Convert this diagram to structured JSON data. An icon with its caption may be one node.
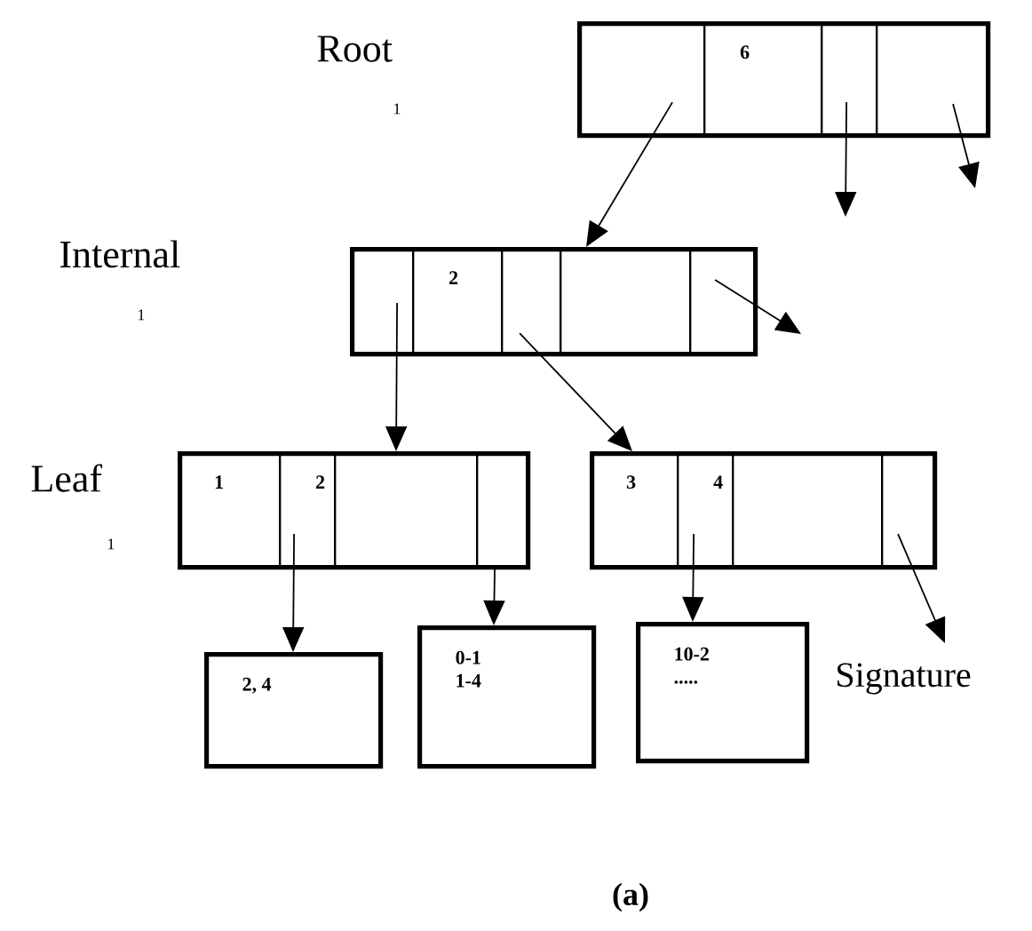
{
  "diagram": {
    "caption": "(a)",
    "nodes": [
      {
        "text": [],
        "shape": "box"
      },
      {
        "text": [],
        "shape": "box",
        "in": 0
      },
      {
        "text": [
          "6"
        ],
        "in": 0
      },
      {
        "text": [],
        "shape": "box",
        "in": 0
      },
      {
        "text": [],
        "shape": "box",
        "in": 0
      },
      {
        "text": [],
        "shape": "box"
      },
      {
        "text": [],
        "shape": "box",
        "in": 5
      },
      {
        "text": [
          "2"
        ],
        "in": 5
      },
      {
        "text": [],
        "shape": "box",
        "in": 5
      },
      {
        "text": [],
        "shape": "box",
        "in": 5
      },
      {
        "text": [],
        "shape": "box",
        "in": 5
      },
      {
        "text": [],
        "shape": "box"
      },
      {
        "text": [
          "1"
        ],
        "in": 11
      },
      {
        "text": [
          "2"
        ],
        "in": 11
      },
      {
        "text": [],
        "shape": "box",
        "in": 11
      },
      {
        "text": [],
        "shape": "box",
        "in": 11
      },
      {
        "text": [],
        "shape": "box"
      },
      {
        "text": [
          "3"
        ],
        "in": 16
      },
      {
        "text": [
          "4"
        ],
        "in": 16
      },
      {
        "text": [],
        "shape": "box",
        "in": 16
      },
      {
        "text": [],
        "shape": "box",
        "in": 16
      },
      {
        "text": [
          "2, 4"
        ]
      },
      {
        "text": [
          "0-1",
          "1-4"
        ]
      },
      {
        "text": [
          "10-2",
          "....."
        ]
      }
    ],
    "edges": [
      {
        "from": 1,
        "to": 5,
        "arrow": "to"
      },
      {
        "from": 3,
        "to": null,
        "arrow": "to"
      },
      {
        "from": 4,
        "to": null,
        "arrow": "to"
      },
      {
        "from": 6,
        "to": 11,
        "arrow": "to"
      },
      {
        "from": 8,
        "to": 16,
        "arrow": "to"
      },
      {
        "from": 10,
        "to": null,
        "arrow": "to"
      },
      {
        "from": 13,
        "to": 21,
        "arrow": "to"
      },
      {
        "from": 15,
        "to": 22,
        "arrow": "to"
      },
      {
        "from": 18,
        "to": 23,
        "arrow": "to"
      },
      {
        "from": 20,
        "to": null,
        "arrow": "to"
      }
    ],
    "labels": [
      "Root",
      "1",
      "Internal",
      "1",
      "Leaf",
      "1",
      "Signature"
    ]
  }
}
